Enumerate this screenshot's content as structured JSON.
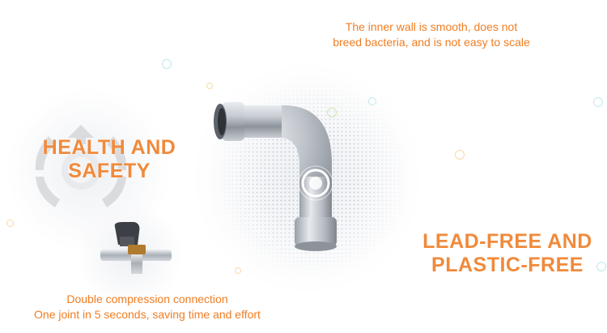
{
  "feature_top_right": {
    "line1": "The inner wall is smooth, does not",
    "line2": "breed bacteria, and is not easy to scale"
  },
  "feature_left": {
    "line1": "HEALTH AND",
    "line2": "SAFETY"
  },
  "feature_right": {
    "line1": "LEAD-FREE AND",
    "line2": "PLASTIC-FREE"
  },
  "feature_bottom": {
    "line1": "Double compression connection",
    "line2": "One joint in 5 seconds, saving time and effort"
  },
  "colors": {
    "accent_orange": "#f08a3c",
    "caption_orange": "#f07d22",
    "steel": "#b8bec6"
  },
  "icons": [
    "shield-arrows-icon",
    "elbow-pipe-image",
    "compression-joint-image",
    "target-ring-icon"
  ]
}
